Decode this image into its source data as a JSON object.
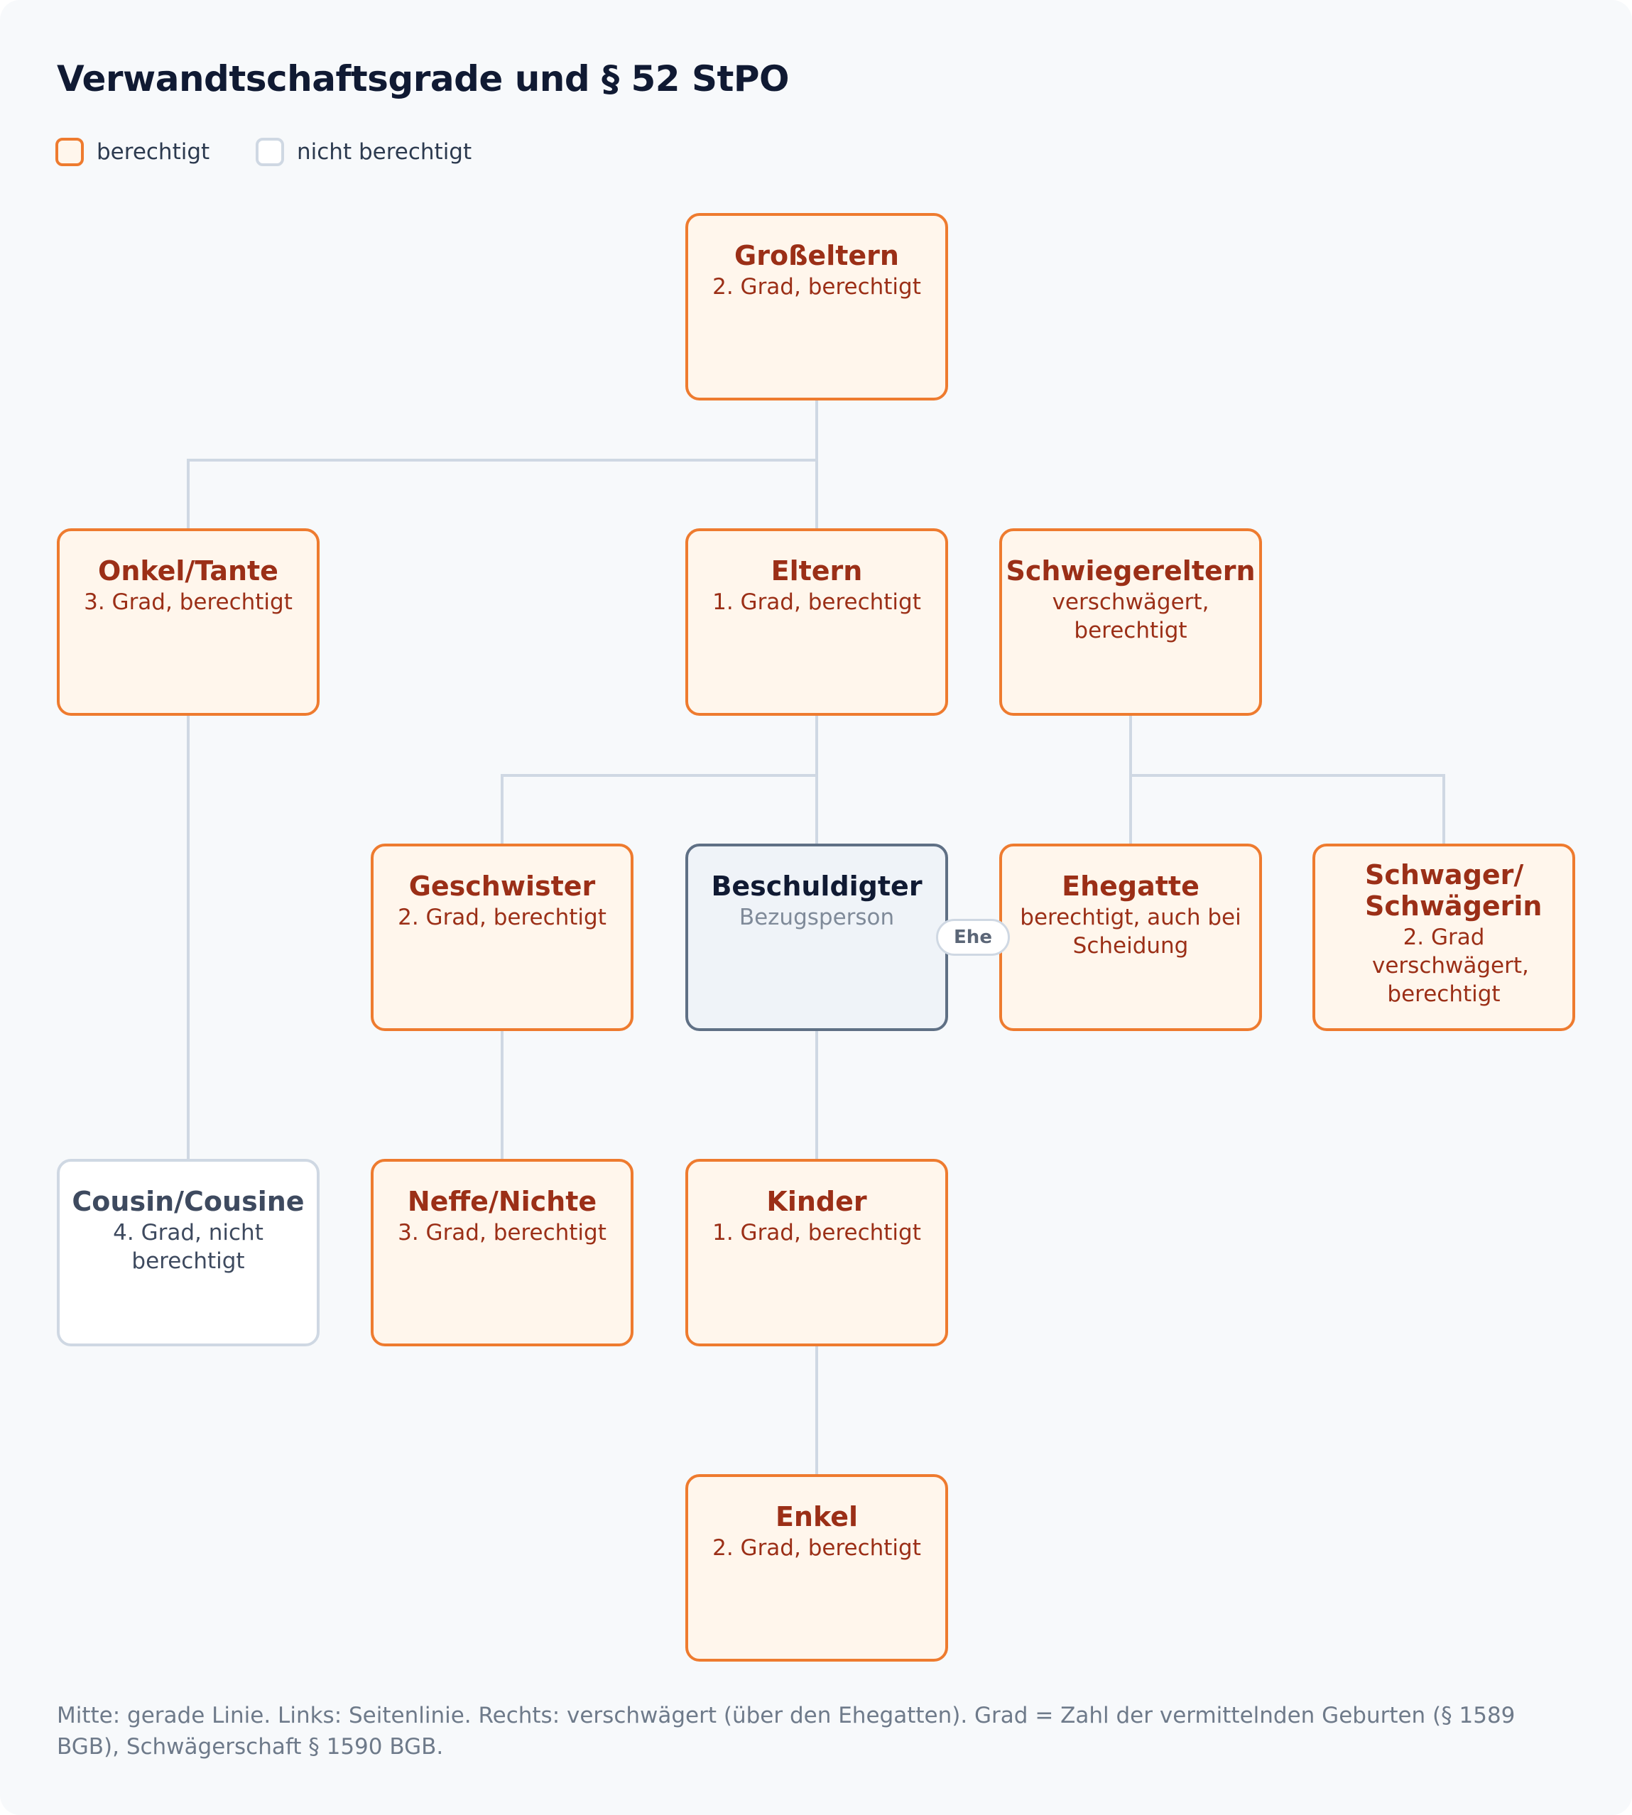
{
  "title": "Verwandtschaftsgrade und § 52 StPO",
  "legend": {
    "entitled_label": "berechtigt",
    "not_entitled_label": "nicht berechtigt"
  },
  "nodes": {
    "grosseltern": {
      "name": "Großeltern",
      "detail": "2. Grad, berechtigt",
      "status": "berechtigt"
    },
    "onkel_tante": {
      "name": "Onkel/Tante",
      "detail": "3. Grad, berechtigt",
      "status": "berechtigt"
    },
    "eltern": {
      "name": "Eltern",
      "detail": "1. Grad, berechtigt",
      "status": "berechtigt"
    },
    "schwiegereltern": {
      "name": "Schwiegereltern",
      "detail": "verschwägert, berechtigt",
      "status": "berechtigt"
    },
    "geschwister": {
      "name": "Geschwister",
      "detail": "2. Grad, berechtigt",
      "status": "berechtigt"
    },
    "beschuldigter": {
      "name": "Beschuldigter",
      "detail": "Bezugsperson",
      "status": "Bezugsperson"
    },
    "ehegatte": {
      "name": "Ehegatte",
      "detail": "berechtigt, auch bei Scheidung",
      "status": "berechtigt"
    },
    "schwager": {
      "name": "Schwager/ Schwägerin",
      "detail": "2. Grad verschwägert, berechtigt",
      "status": "berechtigt"
    },
    "cousin": {
      "name": "Cousin/Cousine",
      "detail": "4. Grad, nicht berechtigt",
      "status": "nicht berechtigt"
    },
    "neffe_nichte": {
      "name": "Neffe/Nichte",
      "detail": "3. Grad, berechtigt",
      "status": "berechtigt"
    },
    "kinder": {
      "name": "Kinder",
      "detail": "1. Grad, berechtigt",
      "status": "berechtigt"
    },
    "enkel": {
      "name": "Enkel",
      "detail": "2. Grad, berechtigt",
      "status": "berechtigt"
    }
  },
  "marriage_tag": "Ehe",
  "footnote": "Mitte: gerade Linie. Links: Seitenlinie. Rechts: verschwägert (über den Ehegatten). Grad = Zahl der vermittelnden Geburten (§ 1589 BGB), Schwägerschaft § 1590 BGB.",
  "colors": {
    "entitled_border": "#ee7b2f",
    "entitled_fill": "#fff6ec",
    "not_entitled_border": "#cfd8e3",
    "reference_border": "#5f7085",
    "connector": "#cfd8e3"
  }
}
